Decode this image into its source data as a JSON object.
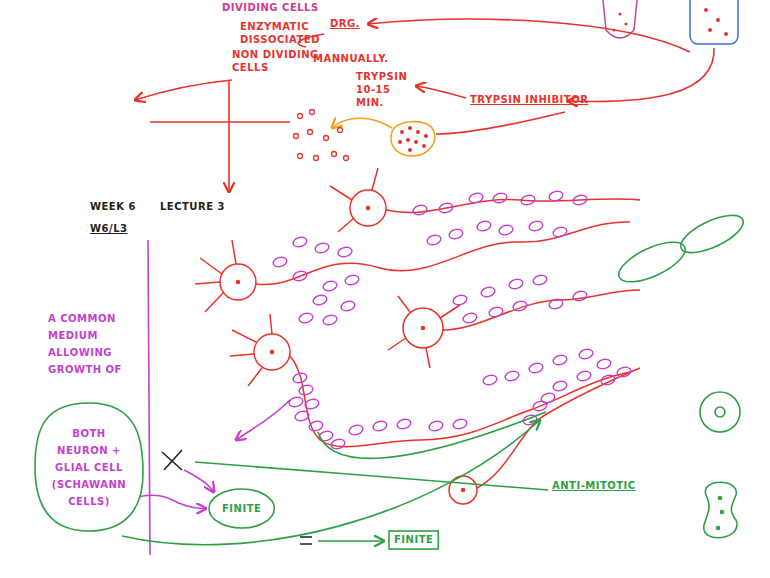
{
  "diagram": {
    "nodes": [
      {
        "text": [
          "BOTH NEURON + GLIAL CELL (SCHAWANN CELLS)"
        ]
      },
      {
        "text": [
          "FINITE"
        ]
      },
      {
        "text": [
          "FINITE"
        ]
      }
    ],
    "edges": [
      {
        "from": 0,
        "to": 1,
        "arrow": "to"
      }
    ],
    "labels": [
      "DIVIDING CELLS",
      "DRG.",
      "ENZYMATIC DISSOCIATED",
      "NON DIVIDING CELLS",
      "MANNUALLY.",
      "TRYPSIN 10-15 MIN.",
      "TRYPSIN INHIBITOR",
      "WEEK 6",
      "LECTURE 3",
      "W6/L3",
      "A COMMON MEDIUM ALLOWING GROWTH OF",
      "ANTI-MITOTIC"
    ]
  }
}
